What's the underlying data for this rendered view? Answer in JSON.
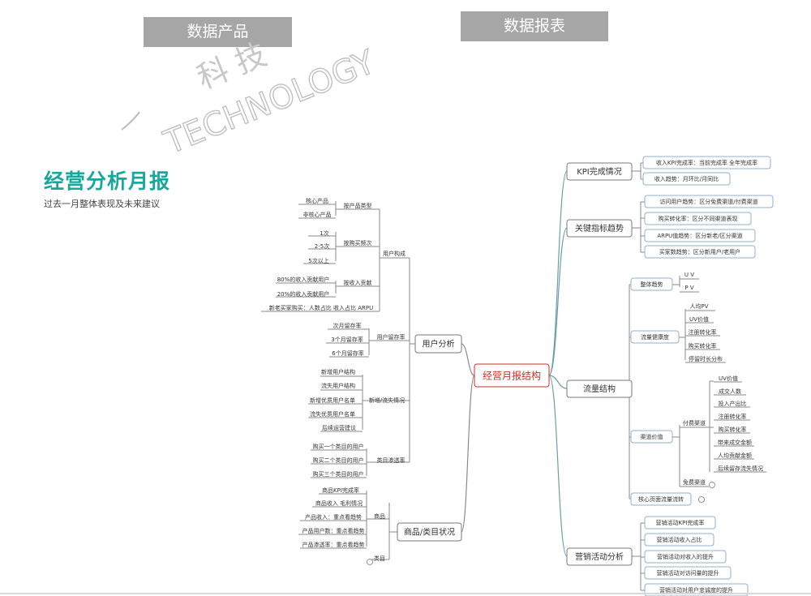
{
  "tabs": {
    "product": "数据产品",
    "report": "数据报表"
  },
  "watermark": {
    "line1": "科  技",
    "line2": "TECHNOLOGY"
  },
  "header": {
    "title": "经营分析月报",
    "subtitle": "过去一月整体表现及未来建议"
  },
  "colors": {
    "title": "#1aa79b",
    "tab": "#a6a6a6",
    "center": "#c9302c",
    "branch": "#5b8dbd",
    "line": "#8a8a8a"
  },
  "mindmap": {
    "center": "经营月报结构",
    "left": {
      "user_analysis": "用户分析",
      "user_composition": "用户构成",
      "by_type": "按产品类型",
      "core_product": "核心产品",
      "non_core_product": "非核心产品",
      "by_frequency": "按购买频次",
      "freq_1": "1次",
      "freq_2_5": "2-5次",
      "freq_5plus": "5次以上",
      "by_revenue": "按收入贡献",
      "rev_80": "80%的收入贡献用户",
      "rev_20": "20%的收入贡献用户",
      "new_old_buyers": "新老买家购买：人数占比  收入占比  ARPU",
      "retention": "用户留存率",
      "ret_1": "次月留存率",
      "ret_3": "3个月留存率",
      "ret_6": "6个月留存率",
      "new_churn": "新增/流失情况",
      "nc_1": "新增用户结构",
      "nc_2": "流失用户结构",
      "nc_3": "新增优质用户名单",
      "nc_4": "流失优质用户名单",
      "nc_5": "后续运营建议",
      "penetration": "类目渗透率",
      "pen_1": "购买一个类目的用户",
      "pen_2": "购买二个类目的用户",
      "pen_3": "购买三个类目的用户",
      "goods_category": "商品/类目状况",
      "goods": "商品",
      "g_1": "商品KPI完成率",
      "g_2": "商品收入 毛利情况",
      "g_3": "产品收入：重点看趋势",
      "g_4": "产品用户数：重点看趋势",
      "g_5": "产品渗透率：重点看趋势",
      "category": "类目"
    },
    "right": {
      "kpi": "KPI完成情况",
      "kpi_1": "收入KPI完成率：当前完成率 全年完成率",
      "kpi_2": "收入趋势：月环比/月同比",
      "key_trend": "关键指标趋势",
      "kt_1": "访问用户趋势：区分免费渠道/付费渠道",
      "kt_2": "购买转化率：区分不同渠道表现",
      "kt_3": "ARPU值趋势：区分新老/区分渠道",
      "kt_4": "买家数趋势：区分新用户/老用户",
      "traffic": "流量结构",
      "overall": "整体趋势",
      "uv": "U V",
      "pv": "P V",
      "health": "流量健康度",
      "h_1": "人均PV",
      "h_2": "UV价值",
      "h_3": "注册转化率",
      "h_4": "购买转化率",
      "h_5": "停留时长分布",
      "channel_value": "渠道价值",
      "paid": "付费渠道",
      "p_1": "UV价值",
      "p_2": "成交人数",
      "p_3": "投入产出比",
      "p_4": "注册转化率",
      "p_5": "购买转化率",
      "p_6": "带来成交金额",
      "p_7": "人均贡献金额",
      "p_8": "后续留存流失情况",
      "free": "免费渠道",
      "core_page": "核心页面流量流转",
      "marketing": "营销活动分析",
      "m_1": "营销活动KPI完成率",
      "m_2": "营销活动收入占比",
      "m_3": "营销活动对收入的提升",
      "m_4": "营销活动对访问量的提升",
      "m_5": "营销活动对用户忠诚度的提升"
    }
  }
}
